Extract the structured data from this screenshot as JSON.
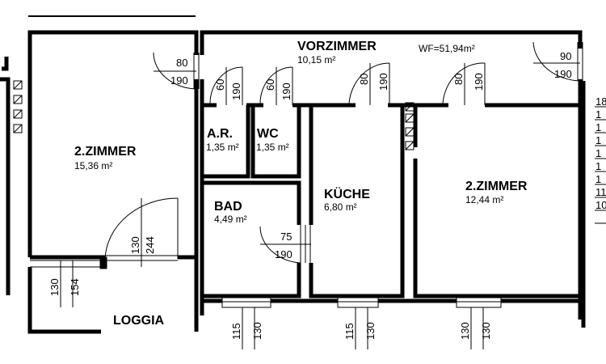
{
  "plan": {
    "total_area": "WF=51,94m²",
    "rooms": {
      "zimmer_left": {
        "name": "2.ZIMMER",
        "area": "15,36 m²"
      },
      "vorzimmer": {
        "name": "VORZIMMER",
        "area": "10,15 m²"
      },
      "ar": {
        "name": "A.R.",
        "area": "1,35 m²"
      },
      "wc": {
        "name": "WC",
        "area": "1,35 m²"
      },
      "bad": {
        "name": "BAD",
        "area": "4,49 m²"
      },
      "kueche": {
        "name": "KÜCHE",
        "area": "6,80 m²"
      },
      "zimmer_right": {
        "name": "2.ZIMMER",
        "area": "12,44 m²"
      },
      "loggia": {
        "name": "LOGGIA"
      }
    },
    "doors": {
      "zimmer_left": {
        "width": "80",
        "height": "190"
      },
      "ar": {
        "width": "60",
        "height": "190"
      },
      "wc": {
        "width": "60",
        "height": "190"
      },
      "kueche": {
        "width": "80",
        "height": "190"
      },
      "zimmer_right": {
        "width": "80",
        "height": "190"
      },
      "entrance": {
        "width": "90",
        "height": "190"
      },
      "bad": {
        "width": "75",
        "height": "190"
      },
      "loggia": {
        "width": "130",
        "height": "244"
      }
    },
    "windows": {
      "loggia": {
        "width": "130",
        "height": "154"
      },
      "bad": {
        "width": "115",
        "height": "130"
      },
      "kueche": {
        "width": "115",
        "height": "130"
      },
      "zimmer_right": {
        "width": "130",
        "height": "130"
      }
    },
    "edge_labels": [
      "18",
      "1",
      "1",
      "1",
      "1",
      "1",
      "1",
      "11",
      "10"
    ]
  }
}
